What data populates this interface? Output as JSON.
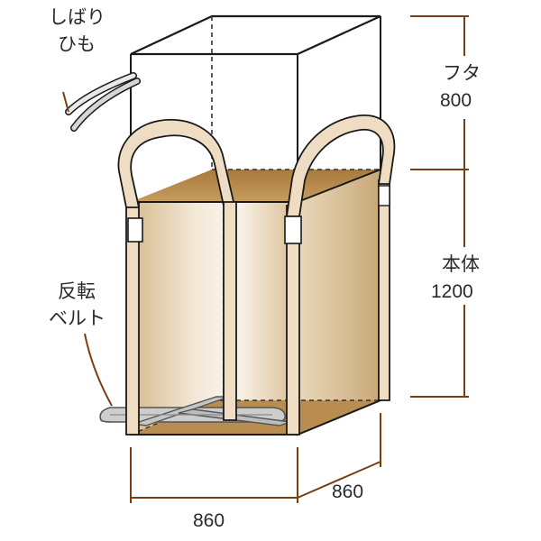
{
  "labels": {
    "tie_string_line1": "しばり",
    "tie_string_line2": "ひも",
    "lid_name": "フタ",
    "lid_height": "800",
    "body_name": "本体",
    "body_height": "1200",
    "reverse_belt_line1": "反転",
    "reverse_belt_line2": "ベルト",
    "width_front": "860",
    "depth_side": "860"
  },
  "colors": {
    "outline": "#1a1a1a",
    "dimension_line": "#7a3e14",
    "bag_fabric_front": "#dcc4a0",
    "bag_fabric_side": "#cfb488",
    "bag_interior_floor": "#b88c4e",
    "belt_fill": "#eeddc2",
    "reverse_belt": "#c6c6c6",
    "hidden_edge": "#333333"
  }
}
